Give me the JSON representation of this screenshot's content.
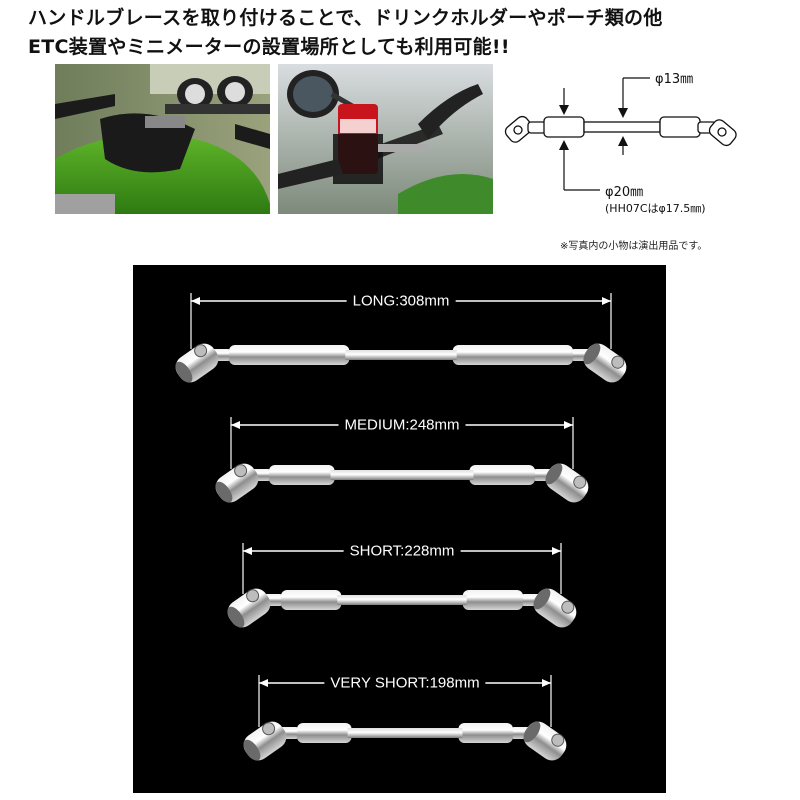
{
  "headline": {
    "line1": "ハンドルブレースを取り付けることで、ドリンクホルダーやポーチ類の他",
    "line2": "ETC装置やミニメーターの設置場所としても利用可能!!"
  },
  "diagram": {
    "dim_top": "φ13㎜",
    "dim_bottom": "φ20㎜",
    "dim_bottom_note": "(HH07Cはφ17.5㎜)"
  },
  "note": "※写真内の小物は演出用品です。",
  "bars": [
    {
      "label": "LONG:308mm"
    },
    {
      "label": "MEDIUM:248mm"
    },
    {
      "label": "SHORT:228mm"
    },
    {
      "label": "VERY SHORT:198mm"
    }
  ]
}
